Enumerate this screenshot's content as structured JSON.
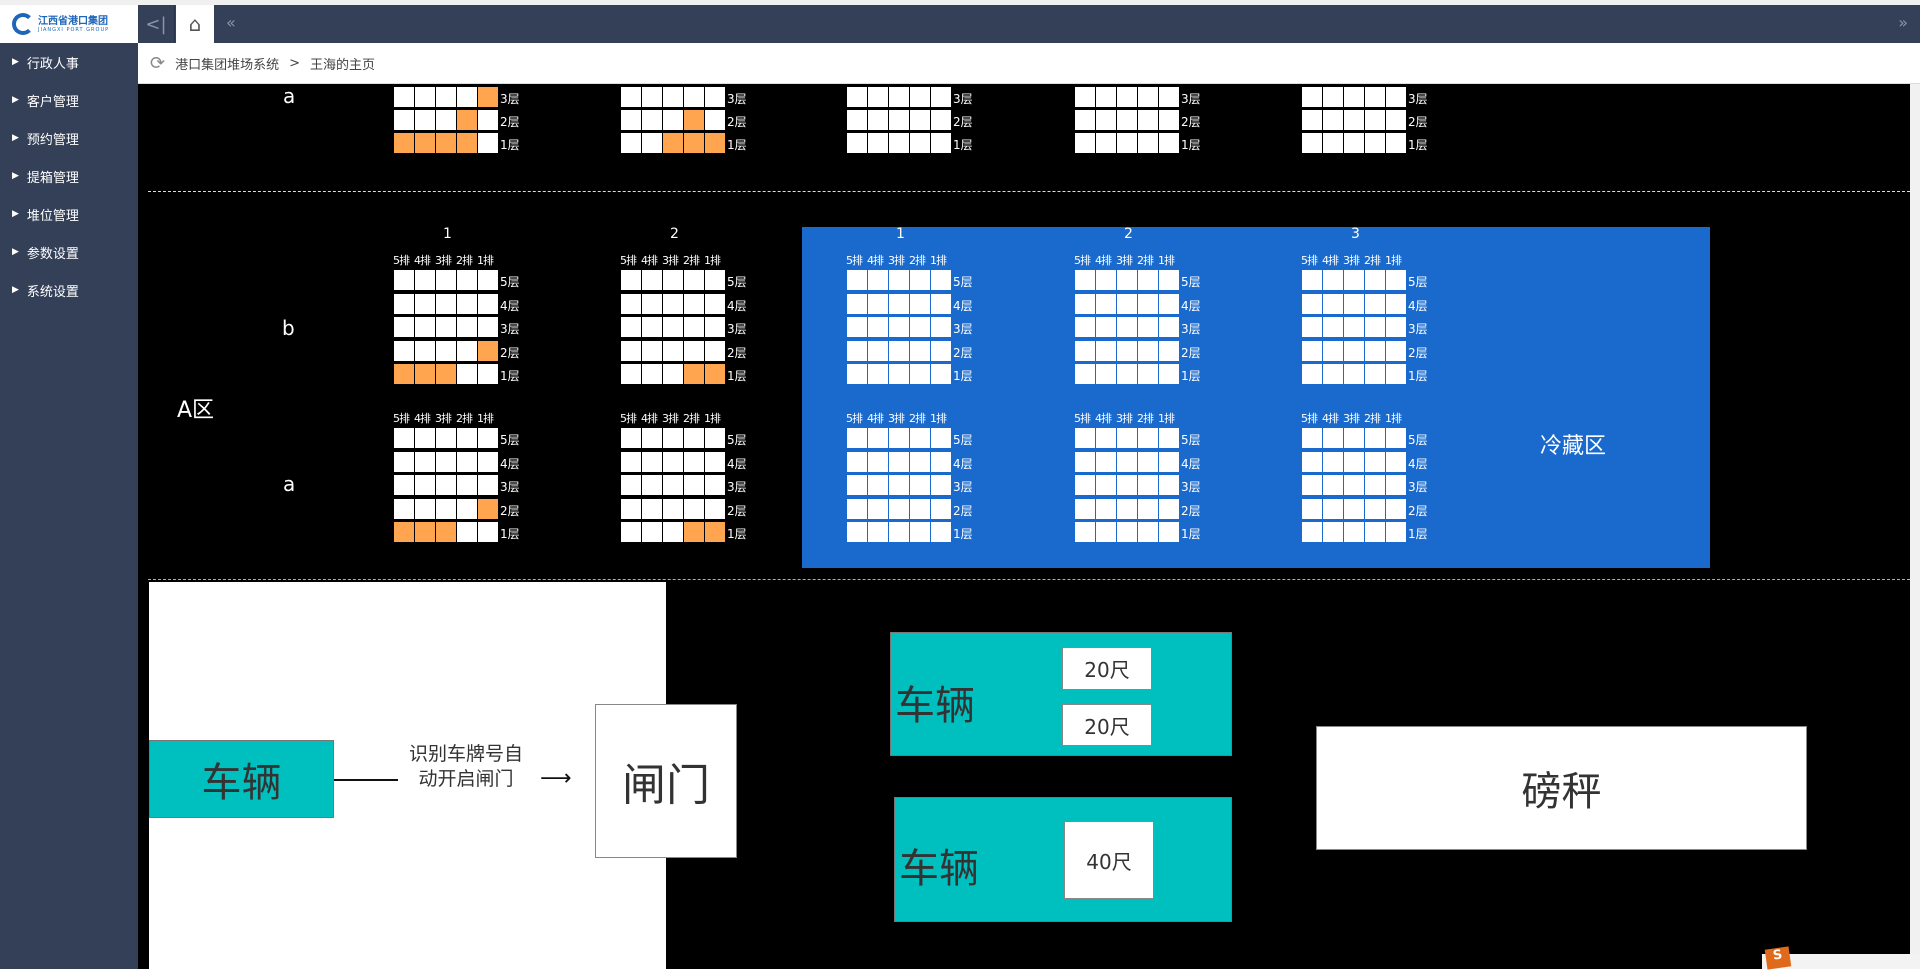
{
  "app": {
    "logo_cn": "江西省港口集团",
    "logo_en": "JIANGXI PORT GROUP"
  },
  "sidebar": {
    "items": [
      {
        "label": "行政人事"
      },
      {
        "label": "客户管理"
      },
      {
        "label": "预约管理"
      },
      {
        "label": "提箱管理"
      },
      {
        "label": "堆位管理"
      },
      {
        "label": "参数设置"
      },
      {
        "label": "系统设置"
      }
    ]
  },
  "tabbar": {
    "collapse": "<|",
    "home": "⌂",
    "scroll_left": "«",
    "scroll_right": "»"
  },
  "breadcrumb": {
    "system": "港口集团堆场系统",
    "sep": ">",
    "page": "王海的主页"
  },
  "colors": {
    "occupied": "#ffa54f",
    "empty": "#ffffff",
    "cold_zone": "#1a6acd",
    "vehicle": "#00bfbf"
  },
  "yard": {
    "zone_label": "A区",
    "cold_label": "冷藏区",
    "row_headers": [
      "5排",
      "4排",
      "3排",
      "2排",
      "1排"
    ],
    "top_partial": {
      "row": "a",
      "layers": [
        "3层",
        "2层",
        "1层"
      ],
      "groups": [
        [
          [
            0,
            0,
            0,
            0,
            1
          ],
          [
            0,
            0,
            0,
            1,
            0
          ],
          [
            1,
            1,
            1,
            1,
            0
          ]
        ],
        [
          [
            0,
            0,
            0,
            0,
            0
          ],
          [
            0,
            0,
            0,
            1,
            0
          ],
          [
            0,
            0,
            1,
            1,
            1
          ]
        ],
        [
          [
            0,
            0,
            0,
            0,
            0
          ],
          [
            0,
            0,
            0,
            0,
            0
          ],
          [
            0,
            0,
            0,
            0,
            0
          ]
        ],
        [
          [
            0,
            0,
            0,
            0,
            0
          ],
          [
            0,
            0,
            0,
            0,
            0
          ],
          [
            0,
            0,
            0,
            0,
            0
          ]
        ],
        [
          [
            0,
            0,
            0,
            0,
            0
          ],
          [
            0,
            0,
            0,
            0,
            0
          ],
          [
            0,
            0,
            0,
            0,
            0
          ]
        ]
      ]
    },
    "layers": [
      "5层",
      "4层",
      "3层",
      "2层",
      "1层"
    ],
    "group_numbers": [
      "1",
      "2"
    ],
    "cold_group_numbers": [
      "1",
      "2",
      "3"
    ],
    "sections": [
      {
        "row": "b",
        "groups": [
          [
            [
              0,
              0,
              0,
              0,
              0
            ],
            [
              0,
              0,
              0,
              0,
              0
            ],
            [
              0,
              0,
              0,
              0,
              0
            ],
            [
              0,
              0,
              0,
              0,
              1
            ],
            [
              1,
              1,
              1,
              0,
              0
            ]
          ],
          [
            [
              0,
              0,
              0,
              0,
              0
            ],
            [
              0,
              0,
              0,
              0,
              0
            ],
            [
              0,
              0,
              0,
              0,
              0
            ],
            [
              0,
              0,
              0,
              0,
              0
            ],
            [
              0,
              0,
              0,
              1,
              1
            ]
          ],
          [
            [
              0,
              0,
              0,
              0,
              0
            ],
            [
              0,
              0,
              0,
              0,
              0
            ],
            [
              0,
              0,
              0,
              0,
              0
            ],
            [
              0,
              0,
              0,
              0,
              0
            ],
            [
              0,
              0,
              0,
              0,
              0
            ]
          ],
          [
            [
              0,
              0,
              0,
              0,
              0
            ],
            [
              0,
              0,
              0,
              0,
              0
            ],
            [
              0,
              0,
              0,
              0,
              0
            ],
            [
              0,
              0,
              0,
              0,
              0
            ],
            [
              0,
              0,
              0,
              0,
              0
            ]
          ],
          [
            [
              0,
              0,
              0,
              0,
              0
            ],
            [
              0,
              0,
              0,
              0,
              0
            ],
            [
              0,
              0,
              0,
              0,
              0
            ],
            [
              0,
              0,
              0,
              0,
              0
            ],
            [
              0,
              0,
              0,
              0,
              0
            ]
          ]
        ]
      },
      {
        "row": "a",
        "groups": [
          [
            [
              0,
              0,
              0,
              0,
              0
            ],
            [
              0,
              0,
              0,
              0,
              0
            ],
            [
              0,
              0,
              0,
              0,
              0
            ],
            [
              0,
              0,
              0,
              0,
              1
            ],
            [
              1,
              1,
              1,
              0,
              0
            ]
          ],
          [
            [
              0,
              0,
              0,
              0,
              0
            ],
            [
              0,
              0,
              0,
              0,
              0
            ],
            [
              0,
              0,
              0,
              0,
              0
            ],
            [
              0,
              0,
              0,
              0,
              0
            ],
            [
              0,
              0,
              0,
              1,
              1
            ]
          ],
          [
            [
              0,
              0,
              0,
              0,
              0
            ],
            [
              0,
              0,
              0,
              0,
              0
            ],
            [
              0,
              0,
              0,
              0,
              0
            ],
            [
              0,
              0,
              0,
              0,
              0
            ],
            [
              0,
              0,
              0,
              0,
              0
            ]
          ],
          [
            [
              0,
              0,
              0,
              0,
              0
            ],
            [
              0,
              0,
              0,
              0,
              0
            ],
            [
              0,
              0,
              0,
              0,
              0
            ],
            [
              0,
              0,
              0,
              0,
              0
            ],
            [
              0,
              0,
              0,
              0,
              0
            ]
          ],
          [
            [
              0,
              0,
              0,
              0,
              0
            ],
            [
              0,
              0,
              0,
              0,
              0
            ],
            [
              0,
              0,
              0,
              0,
              0
            ],
            [
              0,
              0,
              0,
              0,
              0
            ],
            [
              0,
              0,
              0,
              0,
              0
            ]
          ]
        ]
      }
    ]
  },
  "flow": {
    "vehicle": "车辆",
    "recognize_text": "识别车牌号自动开启闸门",
    "gate": "闸门",
    "truck1": {
      "label": "车辆",
      "containers": [
        "20尺",
        "20尺"
      ]
    },
    "truck2": {
      "label": "车辆",
      "containers": [
        "40尺"
      ]
    },
    "scale": "磅秤"
  }
}
